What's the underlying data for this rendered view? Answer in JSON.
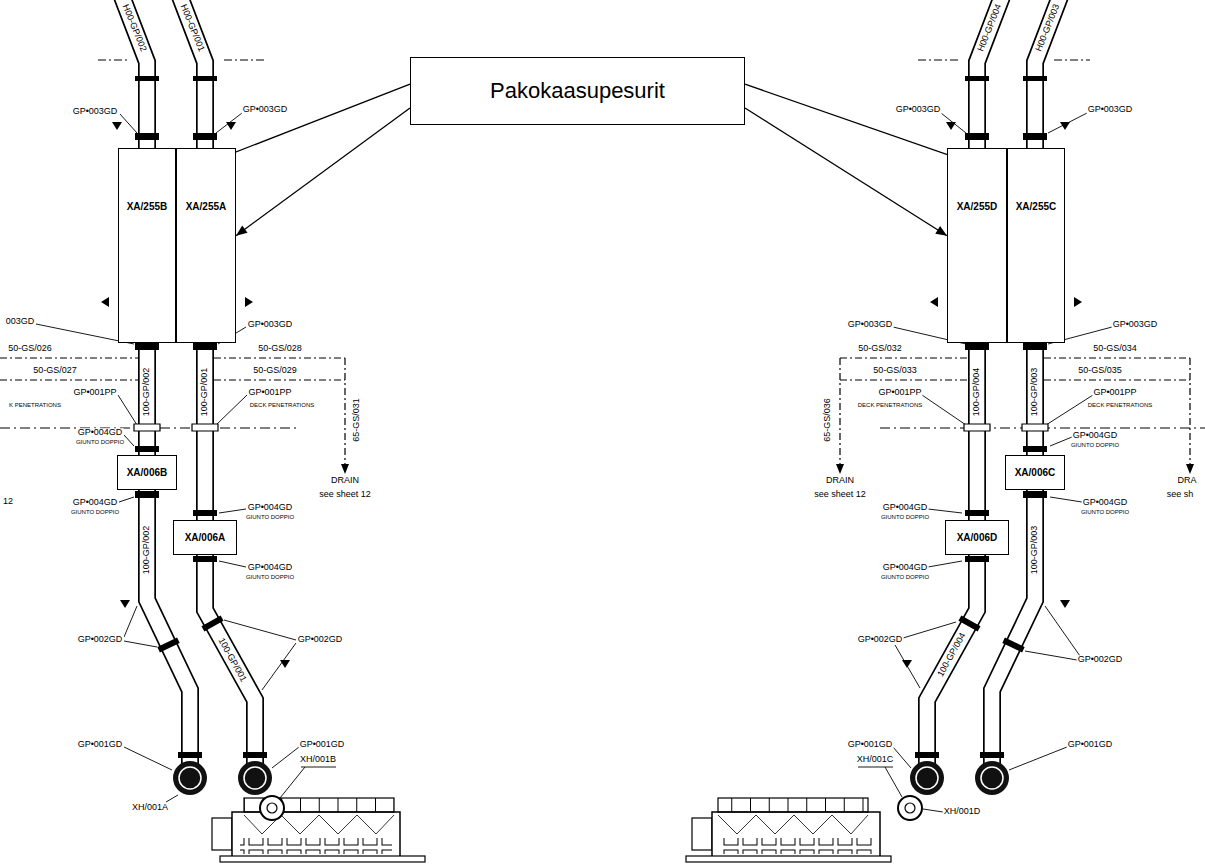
{
  "diagram": {
    "nodes": [
      {
        "text": [
          "Pakokaasupesurit"
        ]
      },
      {
        "text": [
          "XA/255B"
        ]
      },
      {
        "text": [
          "XA/255A"
        ]
      },
      {
        "text": [
          "XA/255D"
        ]
      },
      {
        "text": [
          "XA/255C"
        ]
      },
      {
        "text": [
          "XA/006B"
        ]
      },
      {
        "text": [
          "XA/006A"
        ]
      },
      {
        "text": [
          "XA/006D"
        ]
      },
      {
        "text": [
          "XA/006C"
        ]
      }
    ],
    "edges": [
      {
        "from": 0,
        "to": 1,
        "arrow": "to"
      },
      {
        "from": 0,
        "to": 2,
        "arrow": "to"
      },
      {
        "from": 0,
        "to": 3,
        "arrow": "to"
      },
      {
        "from": 0,
        "to": 4,
        "arrow": "to"
      },
      {
        "from": 5,
        "to": 1,
        "arrow": "none"
      },
      {
        "from": 6,
        "to": 2,
        "arrow": "none"
      },
      {
        "from": 7,
        "to": 3,
        "arrow": "none"
      },
      {
        "from": 8,
        "to": 4,
        "arrow": "none"
      }
    ],
    "labels": [
      "H00-GP/002",
      "H00-GP/001",
      "GP•003GD",
      "GP•003GD",
      "003GD",
      "GP•003GD",
      "50-GS/026",
      "50-GS/027",
      "GP•001PP",
      "K PENETRATIONS",
      "100-GP/002",
      "50-GS/028",
      "100-GP/001",
      "50-GS/029",
      "GP•001PP",
      "DECK PENETRATIONS",
      "65-GS/031",
      "DRAIN",
      "see sheet 12",
      "GP•004GD",
      "GIUNTO DOPPIO",
      "12",
      "GP•004GD",
      "GIUNTO DOPPIO",
      "GP•004GD",
      "GIUNTO DOPPIO",
      "GP•004GD",
      "GIUNTO DOPPIO",
      "100-GP/002",
      "100-GP/001",
      "GP•002GD",
      "GP•002GD",
      "GP•001GD",
      "GP•001GD",
      "XH/001B",
      "XH/001A",
      "H00-GP/004",
      "H00-GP/003",
      "GP•003GD",
      "GP•003GD",
      "GP•003GD",
      "GP•003GD",
      "50-GS/032",
      "50-GS/034",
      "50-GS/033",
      "50-GS/035",
      "GP•001PP",
      "DECK PENETRATIONS",
      "GP•001PP",
      "DECK PENETRATIONS",
      "65-GS/036",
      "DRAIN",
      "see sheet 12",
      "DRA",
      "see sh",
      "100-GP/004",
      "100-GP/003",
      "GP•004GD",
      "GIUNTO DOPPIO",
      "GP•004GD",
      "GIUNTO DOPPIO",
      "GP•004GD",
      "GIUNTO DOPPIO",
      "GP•004GD",
      "GIUNTO DOPPIO",
      "100-GP/003",
      "100-GP/004",
      "GP•002GD",
      "GP•002GD",
      "GP•001GD",
      "GP•001GD",
      "XH/001C",
      "XH/001D"
    ]
  }
}
